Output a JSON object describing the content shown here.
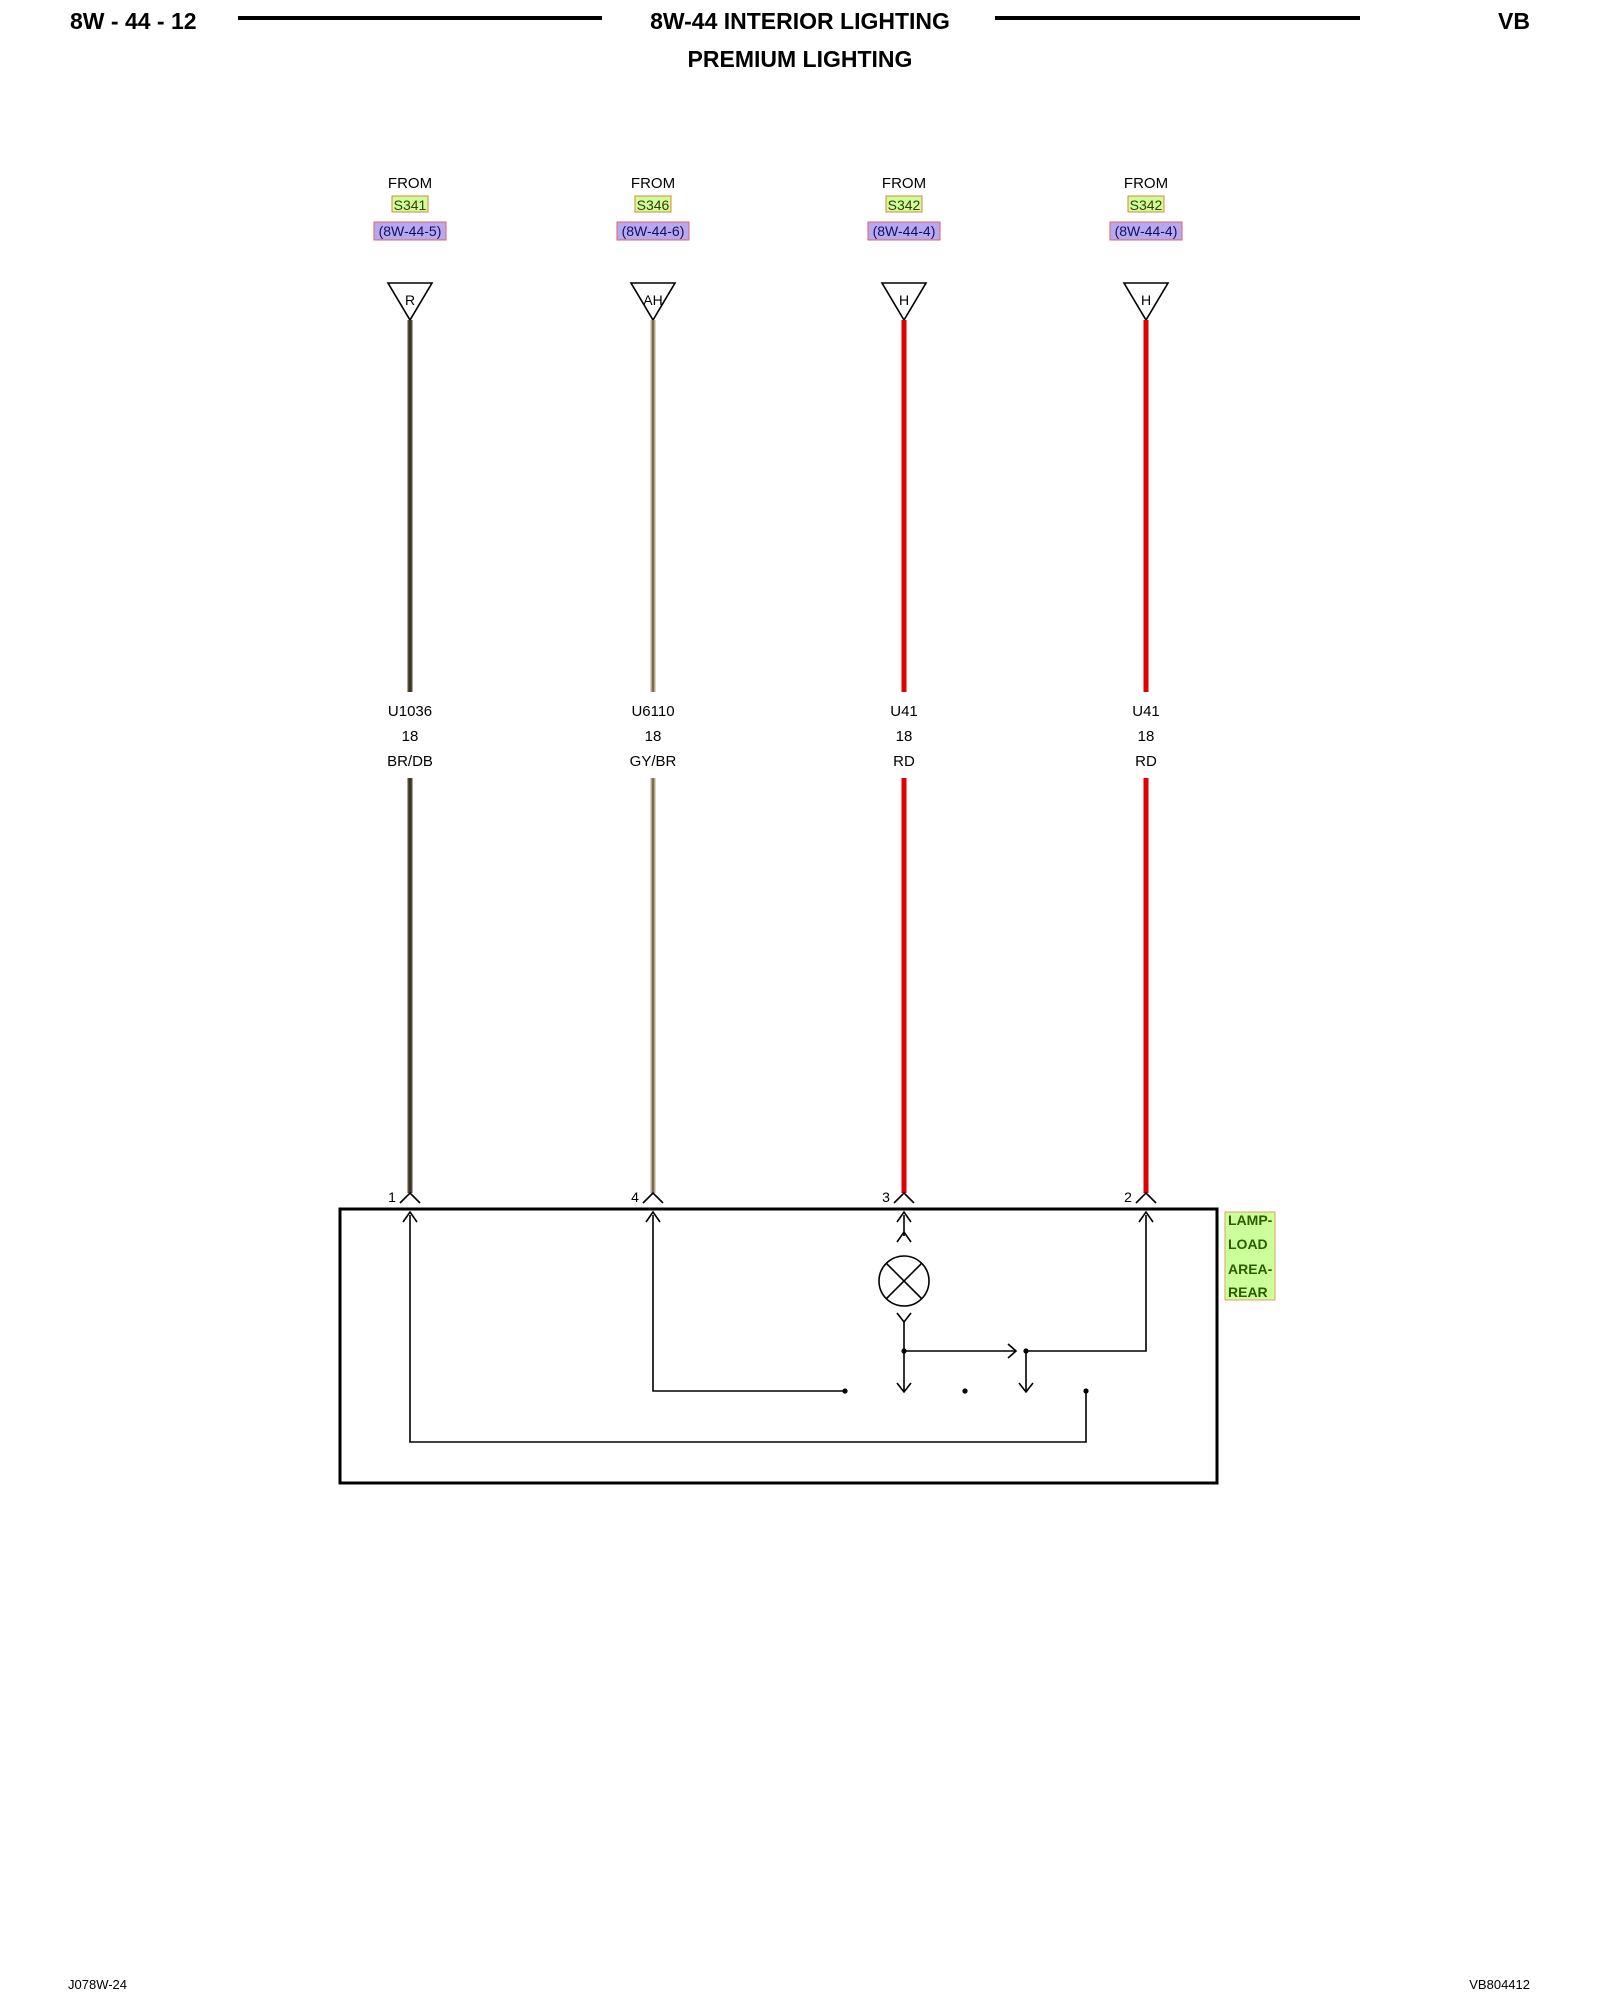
{
  "header": {
    "page_id": "8W - 44 - 12",
    "title": "8W-44 INTERIOR LIGHTING",
    "subtitle": "PREMIUM LIGHTING",
    "model_code": "VB"
  },
  "footer": {
    "left_code": "J078W-24",
    "right_code": "VB804412"
  },
  "circuits": [
    {
      "from_label": "FROM",
      "splice": "S341",
      "ref": "(8W-44-5)",
      "connector_cavity": "R",
      "circuit": "U1036",
      "gauge": "18",
      "color_code": "BR/DB",
      "pin": "1",
      "wire_color": "#5b4a22",
      "stripe_color": "#1f2a55"
    },
    {
      "from_label": "FROM",
      "splice": "S346",
      "ref": "(8W-44-6)",
      "connector_cavity": "AH",
      "circuit": "U6110",
      "gauge": "18",
      "color_code": "GY/BR",
      "pin": "4",
      "wire_color": "#b2a891",
      "stripe_color": "#6a5028"
    },
    {
      "from_label": "FROM",
      "splice": "S342",
      "ref": "(8W-44-4)",
      "connector_cavity": "H",
      "circuit": "U41",
      "gauge": "18",
      "color_code": "RD",
      "pin": "3",
      "wire_color": "#e00000",
      "stripe_color": ""
    },
    {
      "from_label": "FROM",
      "splice": "S342",
      "ref": "(8W-44-4)",
      "connector_cavity": "H",
      "circuit": "U41",
      "gauge": "18",
      "color_code": "RD",
      "pin": "2",
      "wire_color": "#e00000",
      "stripe_color": ""
    }
  ],
  "component": {
    "name_lines": [
      "LAMP-",
      "LOAD",
      "AREA-",
      "REAR"
    ]
  }
}
